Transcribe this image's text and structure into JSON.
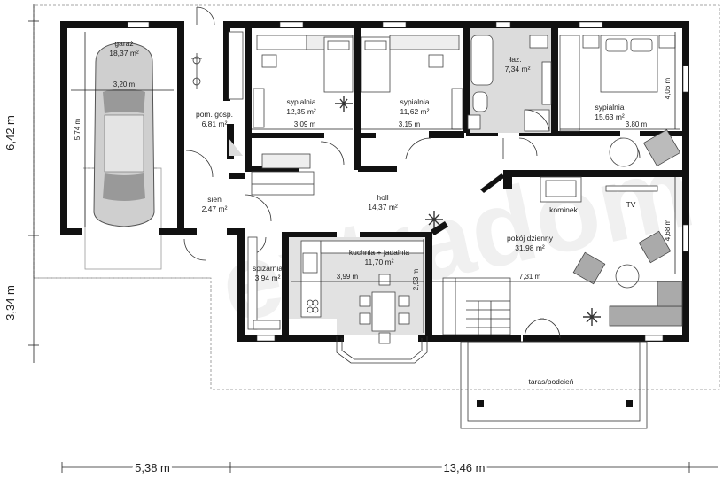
{
  "rooms": {
    "garage": {
      "name": "garaż",
      "area": "18,37 m²",
      "width": "3,20 m",
      "depth": "5,74 m"
    },
    "utility": {
      "name": "pom. gosp.",
      "area": "6,81 m²"
    },
    "bedroom1": {
      "name": "sypialnia",
      "area": "12,35 m²",
      "width": "3,09 m"
    },
    "bedroom2": {
      "name": "sypialnia",
      "area": "11,62 m²",
      "width": "3,15 m"
    },
    "bathroom": {
      "name": "łaz.",
      "area": "7,34 m²"
    },
    "bedroom3": {
      "name": "sypialnia",
      "area": "15,63 m²",
      "width": "3,80 m",
      "depth": "4,06 m"
    },
    "vestibule": {
      "name": "sień",
      "area": "2,47 m²"
    },
    "hall": {
      "name": "holl",
      "area": "14,37 m²"
    },
    "pantry": {
      "name": "spiżarnia",
      "area": "3,94 m²"
    },
    "kitchen": {
      "name": "kuchnia + jadalnia",
      "area": "11,70 m²",
      "width": "3,99 m",
      "depth": "2,93 m"
    },
    "living": {
      "name": "pokój dzienny",
      "area": "31,98 m²",
      "width": "7,31 m",
      "depth": "4,68 m"
    },
    "terrace": {
      "name": "taras/podcień"
    }
  },
  "labels": {
    "fireplace": "kominek",
    "tv": "TV"
  },
  "dimensions": {
    "overall_left_top": "6,42 m",
    "overall_left_bottom": "3,34 m",
    "overall_bottom_left": "5,38 m",
    "overall_bottom_right": "13,46 m"
  },
  "watermark": "extradom"
}
